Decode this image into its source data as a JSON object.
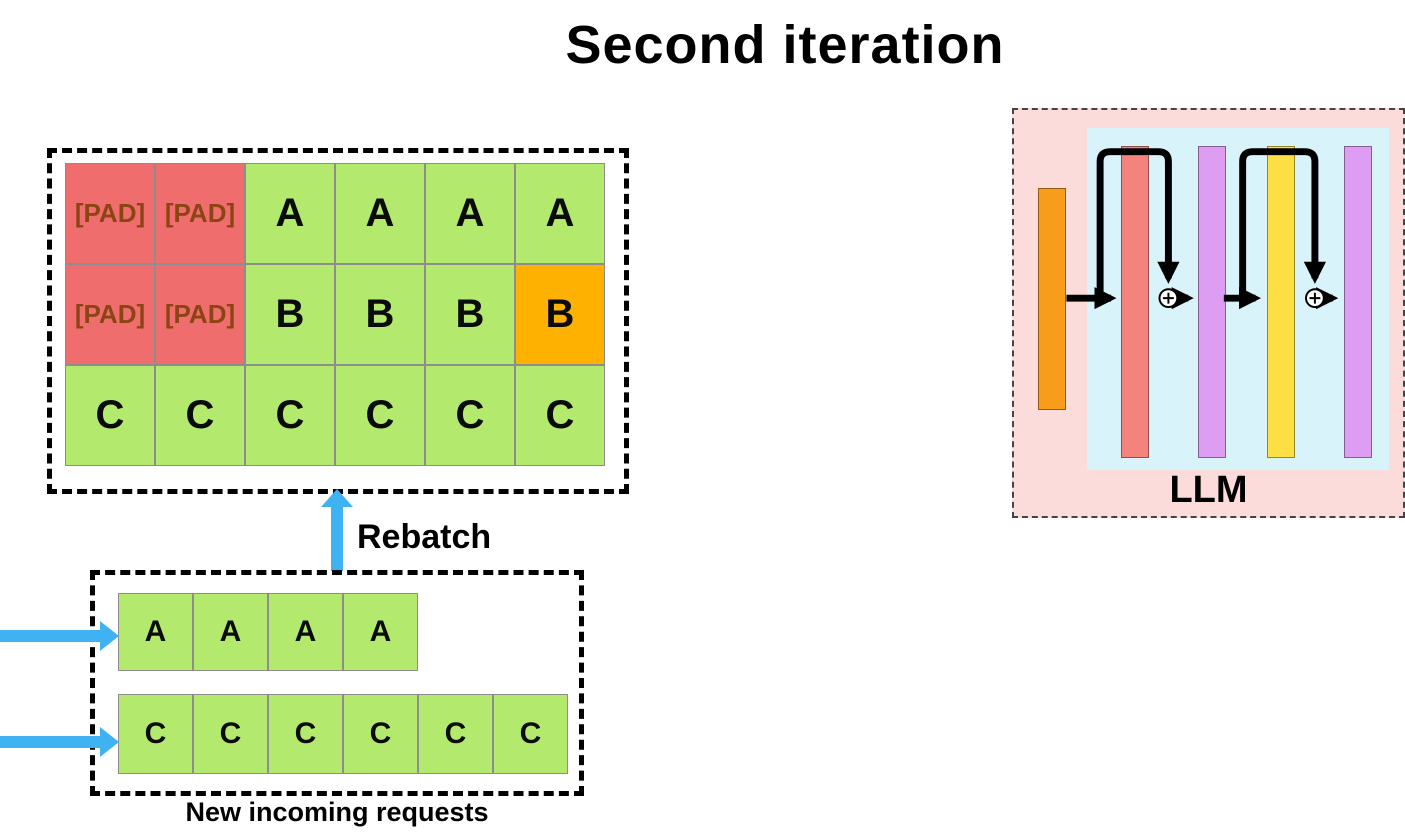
{
  "title": "Second iteration",
  "palette": {
    "cell_green": "#b3ea6d",
    "cell_red": "#ef6d6d",
    "cell_orange": "#ffb101",
    "pad_text": "#8b4513",
    "arrow_blue": "#3fb3f1",
    "llm_bg": "#fcdcda",
    "llm_inner_bg": "#d9f3fa",
    "bar_orange": "#f89c1b",
    "bar_salmon": "#f5837d",
    "bar_purple": "#dc9df2",
    "bar_yellow": "#fbdf43"
  },
  "batch_grid": {
    "rows": [
      {
        "cells": [
          {
            "label": "[PAD]",
            "type": "pad"
          },
          {
            "label": "[PAD]",
            "type": "pad"
          },
          {
            "label": "A",
            "type": "token"
          },
          {
            "label": "A",
            "type": "token"
          },
          {
            "label": "A",
            "type": "token"
          },
          {
            "label": "A",
            "type": "token"
          }
        ]
      },
      {
        "cells": [
          {
            "label": "[PAD]",
            "type": "pad"
          },
          {
            "label": "[PAD]",
            "type": "pad"
          },
          {
            "label": "B",
            "type": "token"
          },
          {
            "label": "B",
            "type": "token"
          },
          {
            "label": "B",
            "type": "token"
          },
          {
            "label": "B",
            "type": "token-new"
          }
        ]
      },
      {
        "cells": [
          {
            "label": "C",
            "type": "token"
          },
          {
            "label": "C",
            "type": "token"
          },
          {
            "label": "C",
            "type": "token"
          },
          {
            "label": "C",
            "type": "token"
          },
          {
            "label": "C",
            "type": "token"
          },
          {
            "label": "C",
            "type": "token"
          }
        ]
      }
    ]
  },
  "rebatch_label": "Rebatch",
  "incoming": {
    "rows": [
      {
        "cells": [
          "A",
          "A",
          "A",
          "A"
        ]
      },
      {
        "cells": [
          "C",
          "C",
          "C",
          "C",
          "C",
          "C"
        ]
      }
    ],
    "caption": "New incoming requests"
  },
  "llm": {
    "label": "LLM"
  }
}
